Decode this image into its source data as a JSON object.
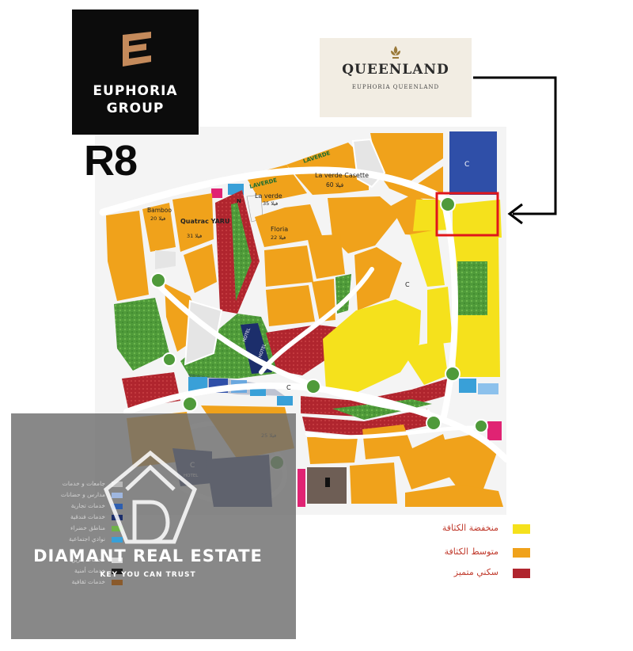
{
  "brand": {
    "name_line1": "EUPHORIA",
    "name_line2": "GROUP"
  },
  "project_code": "R8",
  "partner": {
    "title": "QUEENLAND",
    "subtitle": "EUPHORIA QUEENLAND"
  },
  "map": {
    "parcel_labels": [
      {
        "id": "laverde-1",
        "name": "LAVERDE"
      },
      {
        "id": "la-verde",
        "name": "La verde",
        "count": "35 فيلا"
      },
      {
        "id": "laverde-2",
        "name": "LAVERDE"
      },
      {
        "id": "la-verde-casette",
        "name": "La verde Casette",
        "count": "60 فيلا"
      },
      {
        "id": "bamboo",
        "name": "Bamboo",
        "count": "20 فيلا"
      },
      {
        "id": "quatrac-yaru",
        "name": "Quatrac YARU",
        "count": "31 فيلا"
      },
      {
        "id": "floria",
        "name": "Floria",
        "count": "22 فيلا"
      },
      {
        "id": "hotel-1",
        "name": "HOTEL"
      },
      {
        "id": "hotel-2",
        "name": "HOTEL"
      },
      {
        "id": "hotel-3",
        "name": "HOTEL"
      },
      {
        "id": "c-1",
        "name": "C"
      },
      {
        "id": "c-2",
        "name": "C"
      },
      {
        "id": "c-3",
        "name": "C"
      },
      {
        "id": "c-4",
        "name": "C"
      },
      {
        "id": "n-1",
        "name": "N"
      },
      {
        "id": "lagoon-25",
        "count": "25 فيلا"
      }
    ]
  },
  "legend": [
    {
      "label": "منخفضة الكثافة",
      "color": "#f5e11c"
    },
    {
      "label": "متوسط الكثافة",
      "color": "#f0a21b"
    },
    {
      "label": "سكني متميز",
      "color": "#b0252e"
    }
  ],
  "left_legend": [
    {
      "label": "جامعات و خدمات",
      "color": "#b9b9b9"
    },
    {
      "label": "مدارس و حضانات",
      "color": "#9fb7e0"
    },
    {
      "label": "خدمات تجارية",
      "color": "#2e5fb0"
    },
    {
      "label": "خدمات فندقية",
      "color": "#1c2e6b"
    },
    {
      "label": "مناطق خضراء",
      "color": "#6fb24a"
    },
    {
      "label": "نوادي اجتماعية",
      "color": "#39a0d8"
    },
    {
      "label": "محطات بنزين",
      "color": "#d7d7d7"
    },
    {
      "label": "خدمات أمنية",
      "color": "#1b1b1b"
    },
    {
      "label": "خدمات ثقافية",
      "color": "#8a5a2b"
    }
  ],
  "watermark": {
    "name": "DIAMANT REAL ESTATE",
    "tagline": "KEY YOU CAN TRUST"
  },
  "colors": {
    "low_density": "#f5e11c",
    "medium_density": "#f0a21b",
    "premium_residential": "#b0252e",
    "green": "#4f9a3a",
    "hotel": "#1c2e6b",
    "commercial": "#2f4fa8",
    "highlight": "#e0161b"
  }
}
